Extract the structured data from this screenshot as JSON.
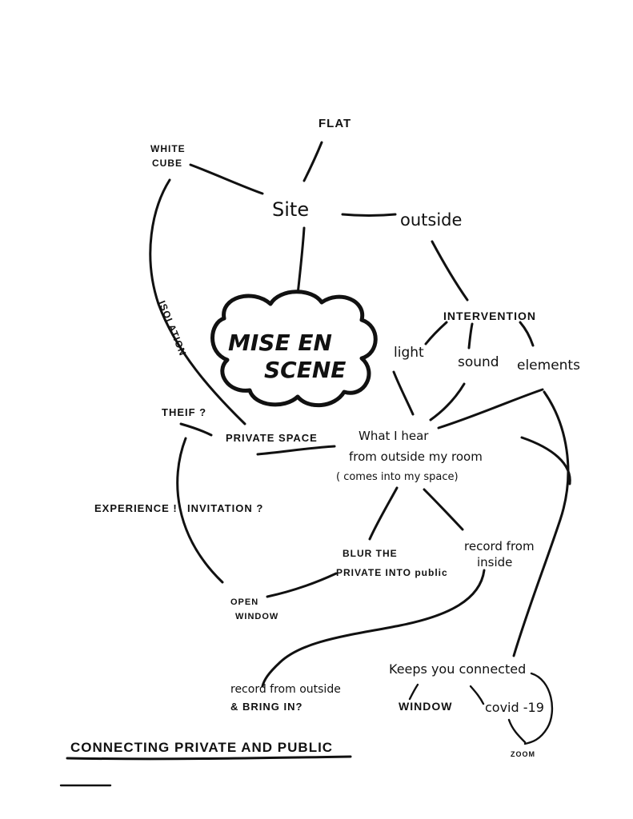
{
  "nodes": {
    "flat": "FLAT",
    "white_cube_line1": "WHITE",
    "white_cube_line2": "CUBE",
    "site": "Site",
    "outside": "outside",
    "mise_en_scene_line1": "MISE EN",
    "mise_en_scene_line2": "SCENE",
    "intervention": "INTERVENTION",
    "light": "light",
    "sound": "sound",
    "elements": "elements",
    "theif": "THEIF ?",
    "private_space": "PRIVATE SPACE",
    "what_i_hear_line1": "What I hear",
    "what_i_hear_line2": "from outside my room",
    "what_i_hear_line3": "( comes into my space)",
    "experience": "EXPERIENCE !",
    "invitation": "INVITATION ?",
    "blur_line1": "BLUR THE",
    "blur_line2": "PRIVATE INTO public",
    "record_inside_line1": "record from",
    "record_inside_line2": "inside",
    "open_window_line1": "OPEN",
    "open_window_line2": "WINDOW",
    "keeps_connected": "Keeps you connected",
    "record_outside_line1": "record from outside",
    "record_outside_line2": "& BRING IN?",
    "window": "WINDOW",
    "covid": "covid -19",
    "zoom": "ZOOM"
  },
  "edge_labels": {
    "isolation": "ISOLATION"
  },
  "footer": {
    "title": "CONNECTING PRIVATE AND PUBLIC"
  }
}
